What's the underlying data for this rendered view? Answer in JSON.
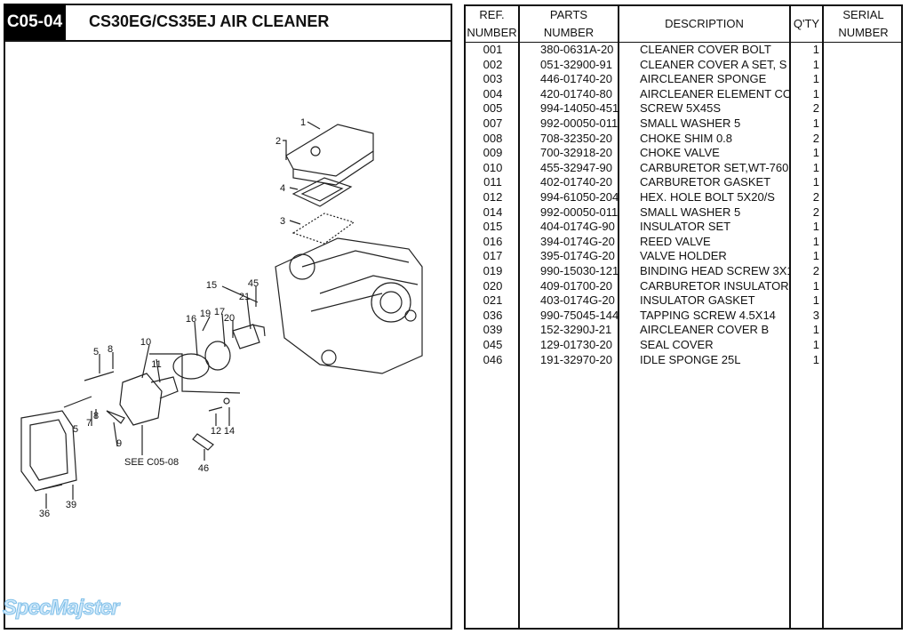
{
  "header": {
    "code": "C05-04",
    "title": "CS30EG/CS35EJ   AIR CLEANER"
  },
  "diagram": {
    "callouts": [
      "1",
      "2",
      "4",
      "3",
      "15",
      "45",
      "21",
      "17",
      "16",
      "19",
      "20",
      "10",
      "11",
      "8",
      "5",
      "7",
      "8",
      "5",
      "9",
      "12",
      "14",
      "46",
      "36",
      "39",
      "SEE  C05-08"
    ]
  },
  "watermark": "SpecMajster",
  "table": {
    "headers": {
      "ref": [
        "REF.",
        "NUMBER"
      ],
      "parts": [
        "PARTS",
        "NUMBER"
      ],
      "description": "DESCRIPTION",
      "qty": "Q'TY",
      "serial": [
        "SERIAL",
        "NUMBER"
      ]
    },
    "rows": [
      {
        "ref": "001",
        "part": "380-0631A-20",
        "desc": "CLEANER COVER BOLT",
        "qty": "1"
      },
      {
        "ref": "002",
        "part": "051-32900-91",
        "desc": "CLEANER COVER A SET, S",
        "qty": "1"
      },
      {
        "ref": "003",
        "part": "446-01740-20",
        "desc": "AIRCLEANER SPONGE",
        "qty": "1"
      },
      {
        "ref": "004",
        "part": "420-01740-80",
        "desc": "AIRCLEANER ELEMENT CO",
        "qty": "1"
      },
      {
        "ref": "005",
        "part": "994-14050-451",
        "desc": "SCREW 5X45S",
        "qty": "2"
      },
      {
        "ref": "007",
        "part": "992-00050-011",
        "desc": "SMALL WASHER 5",
        "qty": "1"
      },
      {
        "ref": "008",
        "part": "708-32350-20",
        "desc": "CHOKE SHIM 0.8",
        "qty": "2"
      },
      {
        "ref": "009",
        "part": "700-32918-20",
        "desc": "CHOKE VALVE",
        "qty": "1"
      },
      {
        "ref": "010",
        "part": "455-32947-90",
        "desc": "CARBURETOR SET,WT-760",
        "qty": "1"
      },
      {
        "ref": "011",
        "part": "402-01740-20",
        "desc": "CARBURETOR GASKET",
        "qty": "1"
      },
      {
        "ref": "012",
        "part": "994-61050-204",
        "desc": "HEX. HOLE BOLT 5X20/S",
        "qty": "2"
      },
      {
        "ref": "014",
        "part": "992-00050-011",
        "desc": "SMALL WASHER 5",
        "qty": "2"
      },
      {
        "ref": "015",
        "part": "404-0174G-90",
        "desc": "INSULATOR SET",
        "qty": "1"
      },
      {
        "ref": "016",
        "part": "394-0174G-20",
        "desc": "REED VALVE",
        "qty": "1"
      },
      {
        "ref": "017",
        "part": "395-0174G-20",
        "desc": "VALVE HOLDER",
        "qty": "1"
      },
      {
        "ref": "019",
        "part": "990-15030-121",
        "desc": "BINDING HEAD SCREW 3X1",
        "qty": "2"
      },
      {
        "ref": "020",
        "part": "409-01700-20",
        "desc": "CARBURETOR INSULATOR",
        "qty": "1"
      },
      {
        "ref": "021",
        "part": "403-0174G-20",
        "desc": "INSULATOR GASKET",
        "qty": "1"
      },
      {
        "ref": "036",
        "part": "990-75045-144",
        "desc": "TAPPING SCREW 4.5X14",
        "qty": "3"
      },
      {
        "ref": "039",
        "part": "152-3290J-21",
        "desc": "AIRCLEANER COVER B",
        "qty": "1"
      },
      {
        "ref": "045",
        "part": "129-01730-20",
        "desc": "SEAL COVER",
        "qty": "1"
      },
      {
        "ref": "046",
        "part": "191-32970-20",
        "desc": "IDLE SPONGE 25L",
        "qty": "1"
      }
    ]
  }
}
